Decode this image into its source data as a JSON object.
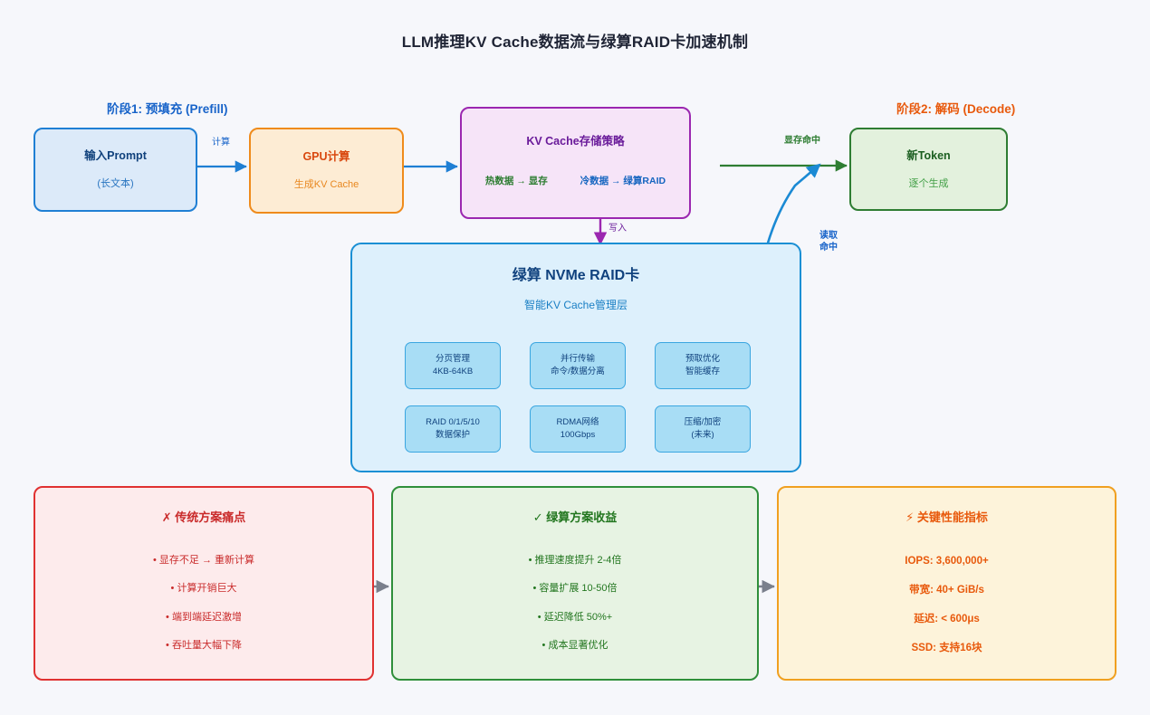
{
  "title": "LLM推理KV Cache数据流与绿算RAID卡加速机制",
  "phases": {
    "prefill": "阶段1: 预填充 (Prefill)",
    "decode": "阶段2: 解码 (Decode)"
  },
  "nodes": {
    "prompt": {
      "title": "输入Prompt",
      "sub": "(长文本)"
    },
    "gpu": {
      "title": "GPU计算",
      "sub": "生成KV Cache"
    },
    "kvcache": {
      "title": "KV Cache存储策略",
      "hot": "热数据 → 显存",
      "cold": "冷数据 → 绿算RAID"
    },
    "token": {
      "title": "新Token",
      "sub": "逐个生成"
    }
  },
  "raid": {
    "title": "绿算 NVMe RAID卡",
    "subtitle": "智能KV Cache管理层",
    "features": [
      {
        "line1": "分页管理",
        "line2": "4KB-64KB"
      },
      {
        "line1": "并行传输",
        "line2": "命令/数据分离"
      },
      {
        "line1": "预取优化",
        "line2": "智能缓存"
      },
      {
        "line1": "RAID 0/1/5/10",
        "line2": "数据保护"
      },
      {
        "line1": "RDMA网络",
        "line2": "100Gbps"
      },
      {
        "line1": "压缩/加密",
        "line2": "(未来)"
      }
    ]
  },
  "edges": {
    "compute": "计算",
    "write": "写入",
    "hit_memory": "显存命中",
    "read_hit_line1": "读取",
    "read_hit_line2": "命中"
  },
  "panels": {
    "pain": {
      "title": "✗ 传统方案痛点",
      "items": [
        "• 显存不足 → 重新计算",
        "• 计算开销巨大",
        "• 端到端延迟激增",
        "• 吞吐量大幅下降"
      ]
    },
    "gain": {
      "title": "✓ 绿算方案收益",
      "items": [
        "• 推理速度提升 2-4倍",
        "• 容量扩展 10-50倍",
        "• 延迟降低 50%+",
        "• 成本显著优化"
      ]
    },
    "metrics": {
      "title": "⚡ 关键性能指标",
      "items": [
        "IOPS: 3,600,000+",
        "带宽: 40+ GiB/s",
        "延迟: < 600μs",
        "SSD: 支持16块"
      ]
    }
  },
  "colors": {
    "background": "#f6f7fb",
    "blue": "#1f7fd4",
    "orange": "#ef8b1b",
    "purple": "#9b27b0",
    "green": "#2e7d32",
    "red": "#e03131",
    "raid_blue": "#1a8fd4",
    "gray_arrow": "#7a7f8c"
  }
}
